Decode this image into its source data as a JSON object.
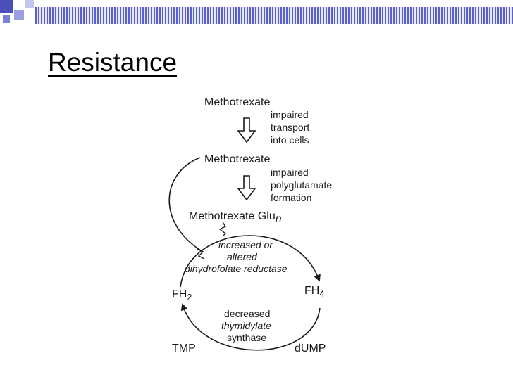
{
  "slide": {
    "title": "Resistance"
  },
  "diagram": {
    "drug_top": "Methotrexate",
    "step1": [
      "impaired",
      "transport",
      "into cells"
    ],
    "drug_middle": "Methotrexate",
    "step2": [
      "impaired",
      "polyglutamate",
      "formation"
    ],
    "drug_bottom": "Methotrexate Glu",
    "drug_bottom_sub": "n",
    "enzyme1": [
      "increased or",
      "altered",
      "dihydrofolate reductase"
    ],
    "left_node": "FH",
    "left_node_sub": "2",
    "right_node": "FH",
    "right_node_sub": "4",
    "enzyme2": [
      "decreased",
      "thymidylate",
      "synthase"
    ],
    "bottom_left": "TMP",
    "bottom_right": "dUMP"
  }
}
